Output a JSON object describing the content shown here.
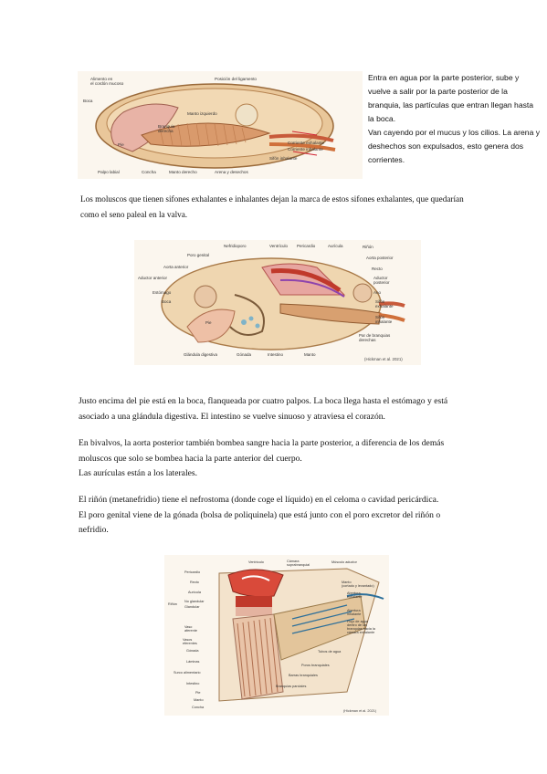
{
  "figure1": {
    "labels": {
      "alimento": [
        "Alimento en",
        "el cordón mucoso"
      ],
      "ligamento": "Posición del ligamento",
      "boca": "Boca",
      "manto_izq": "Manto izquierdo",
      "branquia": [
        "Branquia",
        "derecha"
      ],
      "pie": "Pie",
      "corr_exh": "Corriente exhalante",
      "corr_inh": "Corriente inhalante",
      "sifon_inh": "Sifón inhalante",
      "palpo": "Palpo labial",
      "concha": "Concha",
      "manto_der": "Manto derecho",
      "arena": "Arena y desechos"
    }
  },
  "side_text": [
    "Entra en agua por la parte posterior, sube y vuelve a salir por la parte posterior de la branquia, las partículas que entran llegan hasta la boca.",
    "Van cayendo por el mucus y los cilios. La arena y deshechos son expulsados, esto genera dos corrientes."
  ],
  "para1": "Los moluscos que tienen sifones exhalantes e inhalantes dejan la marca de estos sifones exhalantes, que quedarían como el seno paleal en la valva.",
  "figure2": {
    "credit": "(Hickman et al. 2021)",
    "labels": {
      "nefridioporo": "Nefridioporo",
      "ventriculo": "Ventrículo",
      "pericardio": "Pericardio",
      "auricula": "Aurícula",
      "rinon": "Riñón",
      "poro_genital": "Poro genital",
      "aorta_ant": "Aorta anterior",
      "aorta_post": "Aorta posterior",
      "aductor_ant": "Aductor anterior",
      "recto": "Recto",
      "aductor_post": [
        "Aductor",
        "posterior"
      ],
      "estomago": "Estómago",
      "boca": "Boca",
      "ano": "Ano",
      "sifon_exh": [
        "Sifón",
        "exhalante"
      ],
      "sifon_inh": [
        "Sifón",
        "inhalante"
      ],
      "pie": "Pie",
      "par_branquias": [
        "Par de branquias",
        "derechas"
      ],
      "glandula": "Glándula digestiva",
      "gonada": "Gónada",
      "intestino": "Intestino",
      "manto": "Manto"
    }
  },
  "para2": [
    "Justo encima del pie está en la boca, flanqueada por cuatro palpos. La boca llega hasta el estómago y está asociado a una glándula digestiva. El intestino se vuelve sinuoso y atraviesa el corazón."
  ],
  "para3": [
    "En bivalvos, la aorta posterior también bombea sangre hacia la parte posterior, a diferencia de los demás moluscos que solo se bombea hacia la parte anterior del cuerpo.",
    "Las aurículas están a los laterales."
  ],
  "para4": [
    "El riñón (metanefridio) tiene el nefrostoma (donde coge el líquido) en el celoma o cavidad pericárdica.",
    "El poro genital viene de la gónada (bolsa de poliquinela) que está junto con el poro excretor del riñón o nefridio."
  ],
  "figure3": {
    "credit": "(Hickman et al. 2021)",
    "labels": {
      "ventriculo": "Ventrículo",
      "camara": [
        "Cámara",
        "suprabranquial"
      ],
      "musculo": "Músculo aductor",
      "pericardio": "Pericardio",
      "recto": "Recto",
      "auricula": "Aurícula",
      "rinon": "Riñón",
      "no_glandular": "No glandular",
      "glandular": "Glandular",
      "manto": [
        "Manto",
        "(cortado y levantado)"
      ],
      "abert_exh": [
        "Abertura",
        "exhalante"
      ],
      "abert_inh": [
        "Abertura",
        "inhalante"
      ],
      "flujo": [
        "Flujo de agua",
        "dentro de las",
        "branquias hacia la",
        "cámara exhalante"
      ],
      "vaso_aferente": [
        "Vaso",
        "aferente"
      ],
      "vasos_eferentes": [
        "Vasos",
        "eferentes"
      ],
      "gonada": "Gónada",
      "laminas": "Láminas",
      "surco": "Surco alimentario",
      "intestino": "Intestino",
      "tubos_agua": "Tubos de agua",
      "poros": "Poros branquiales",
      "barras": "Barras branquiales",
      "pie": "Pie",
      "manto2": "Manto",
      "branquias_parciales": "Branquias parciales",
      "concha": "Concha"
    }
  }
}
